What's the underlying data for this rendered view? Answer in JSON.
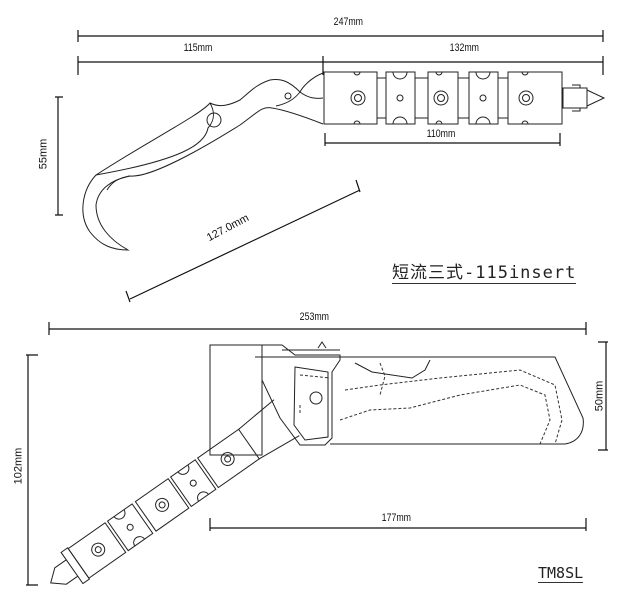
{
  "top_drawing": {
    "title": "短流三式-115insert",
    "dims": {
      "overall": "247mm",
      "blade": "115mm",
      "handle": "132mm",
      "grip": "110mm",
      "height": "55mm",
      "hook": "127.0mm"
    }
  },
  "bottom_drawing": {
    "title": "TM8SL",
    "dims": {
      "overall": "253mm",
      "height": "102mm",
      "blade_height": "50mm",
      "blade_length": "177mm"
    }
  }
}
